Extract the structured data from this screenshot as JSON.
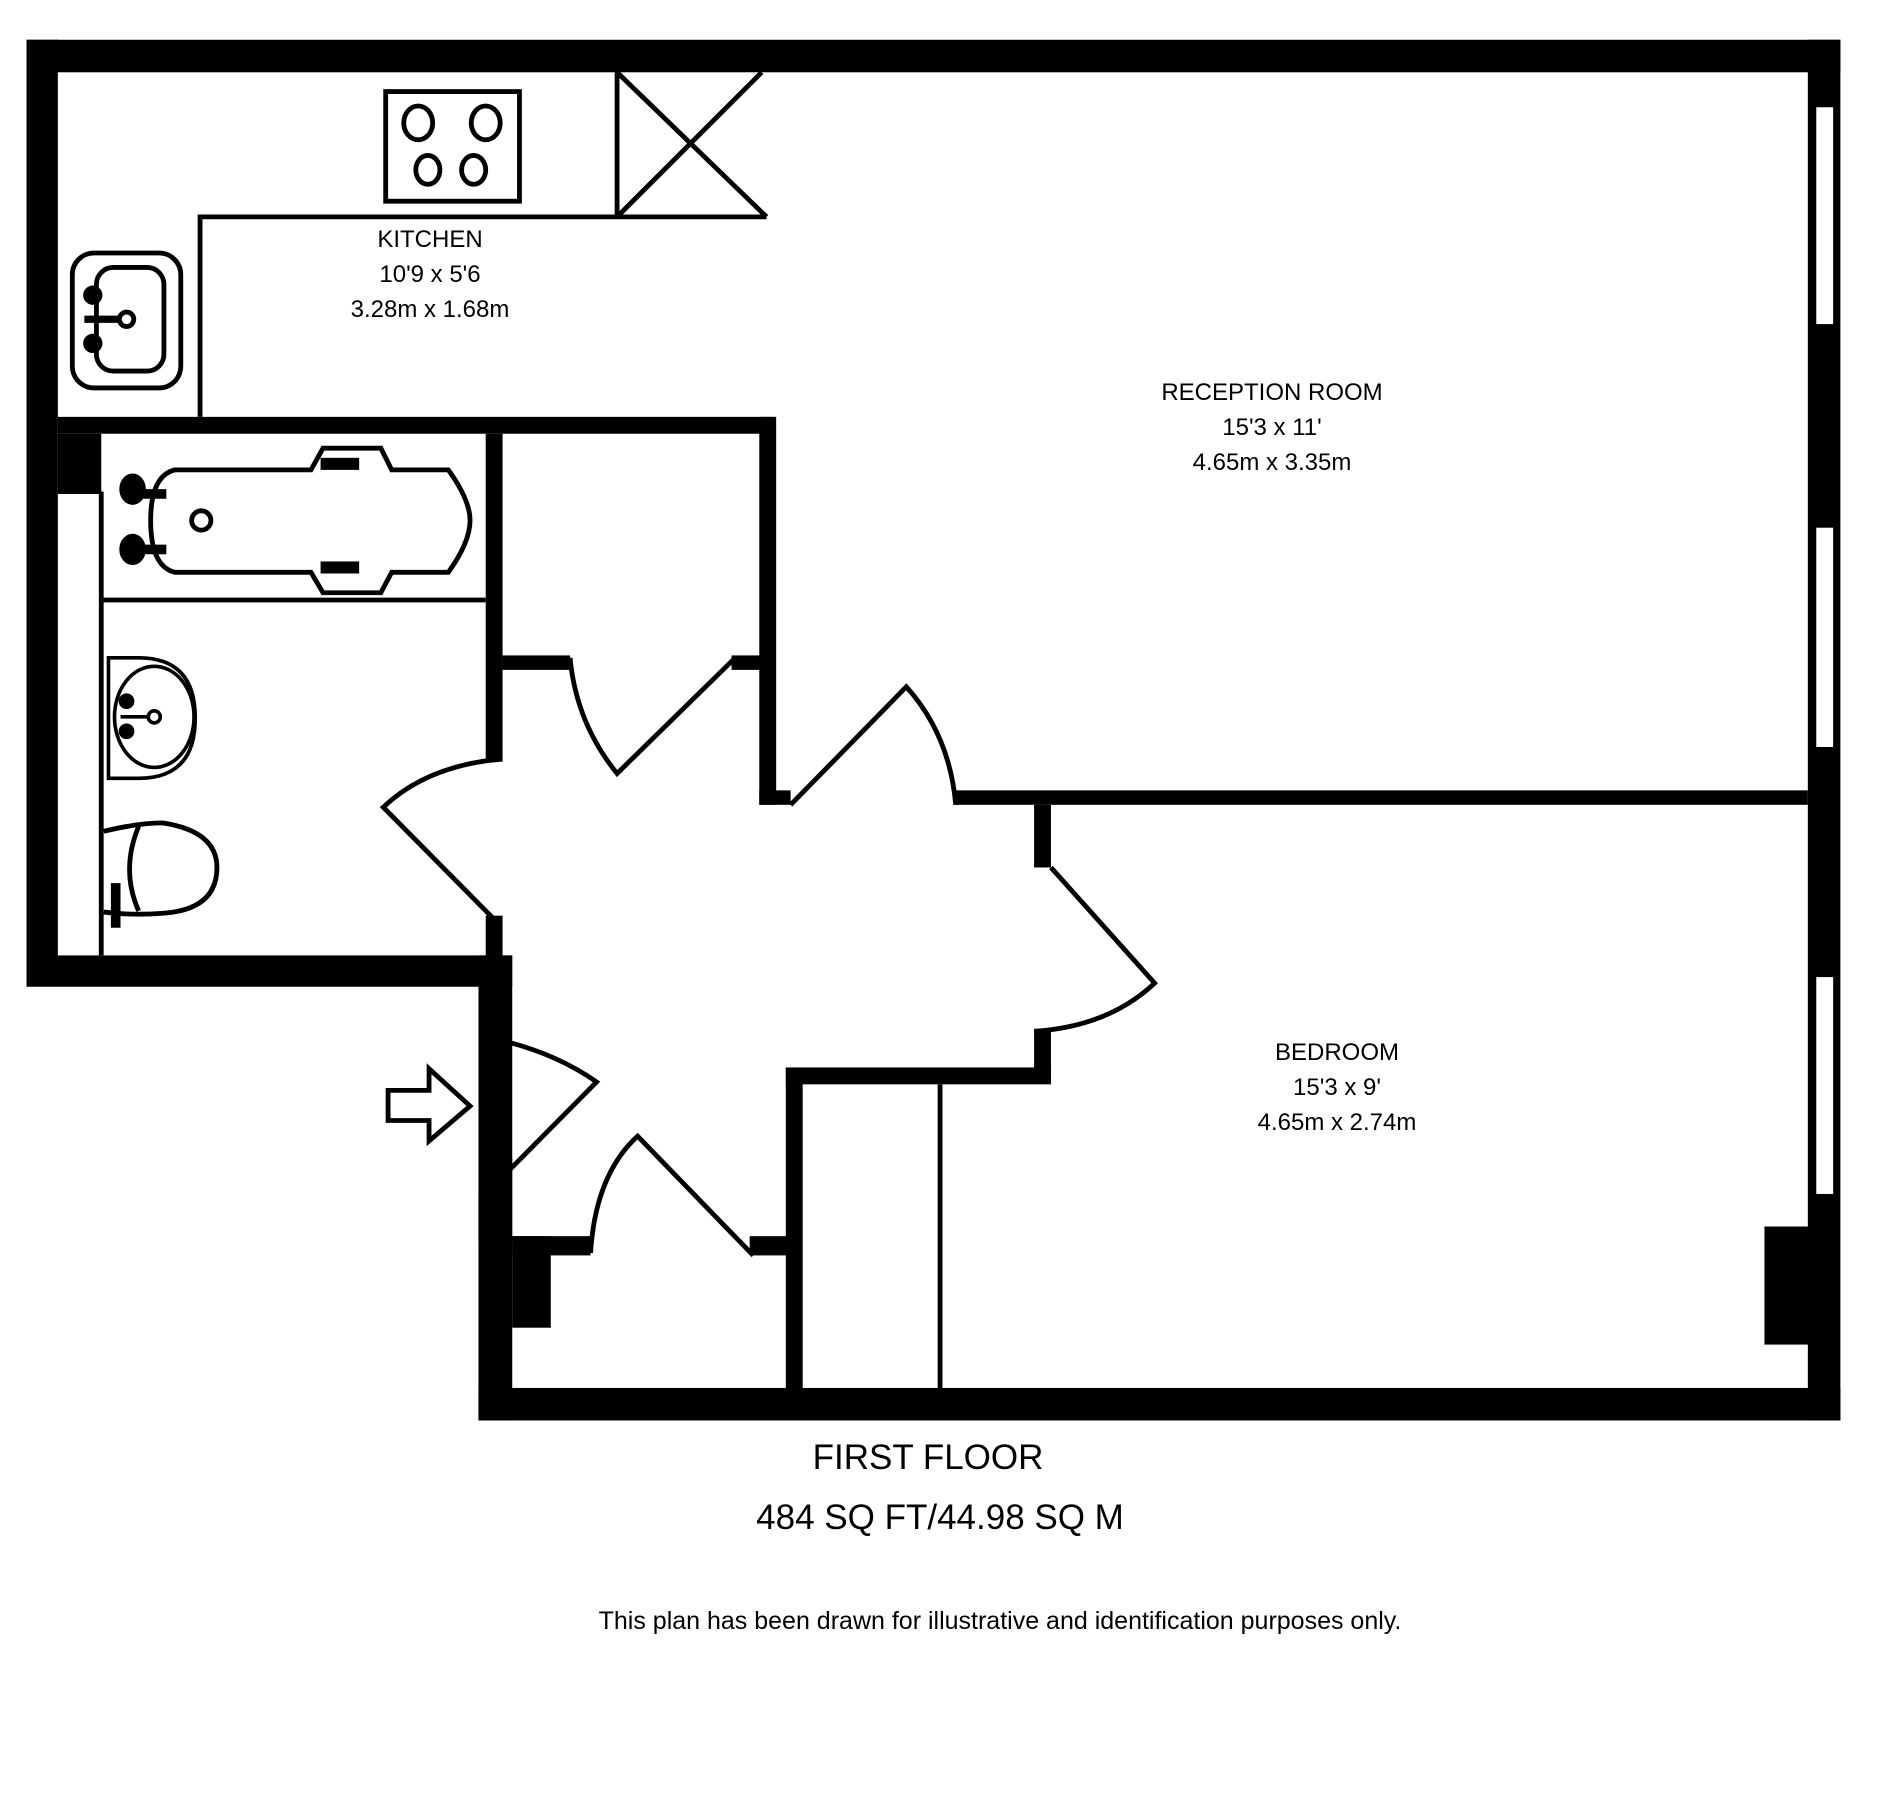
{
  "floor": {
    "title": "FIRST FLOOR",
    "area": "484 SQ FT/44.98 SQ M"
  },
  "rooms": [
    {
      "name": "KITCHEN",
      "imperial": "10'9 x 5'6",
      "metric": "3.28m x 1.68m"
    },
    {
      "name": "RECEPTION ROOM",
      "imperial": "15'3 x 11'",
      "metric": "4.65m x 3.35m"
    },
    {
      "name": "BEDROOM",
      "imperial": "15'3 x 9'",
      "metric": "4.65m x 2.74m"
    }
  ],
  "disclaimer": "This plan has been drawn for illustrative and identification purposes only.",
  "colors": {
    "wall": "#000000",
    "background": "#ffffff"
  },
  "icons": [
    "hob-icon",
    "kitchen-sink-icon",
    "bath-icon",
    "basin-icon",
    "toilet-icon",
    "entrance-arrow-icon",
    "door-swing-icon",
    "window-icon",
    "cupboard-icon"
  ]
}
